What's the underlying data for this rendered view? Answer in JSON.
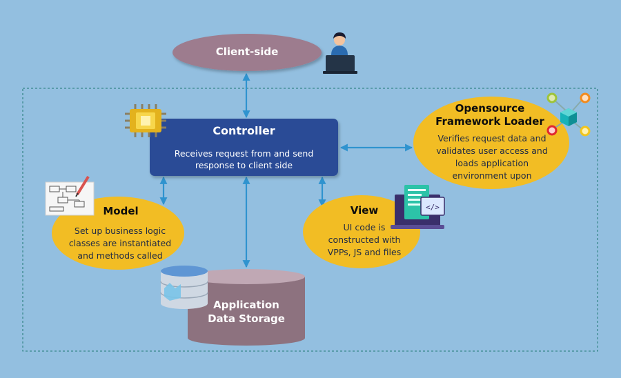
{
  "client": {
    "title": "Client-side"
  },
  "controller": {
    "title": "Controller",
    "description": "Receives request from and send response to client side"
  },
  "framework": {
    "title_line1": "Opensource",
    "title_line2": "Framework Loader",
    "description": "Verifies request data and validates user access and loads application environment upon"
  },
  "model": {
    "title": "Model",
    "description": "Set up business logic classes are instantiated and methods called"
  },
  "view": {
    "title": "View",
    "description": "UI code is constructed with VPPs, JS and files"
  },
  "storage": {
    "title_line1": "Application",
    "title_line2": "Data Storage"
  },
  "colors": {
    "background": "#93bfe0",
    "controller": "#2a4c96",
    "bubble": "#f2bd24",
    "client_ellipse": "#9d7b8e",
    "storage_cylinder": "#8d727f",
    "arrow": "#2f93cf"
  }
}
